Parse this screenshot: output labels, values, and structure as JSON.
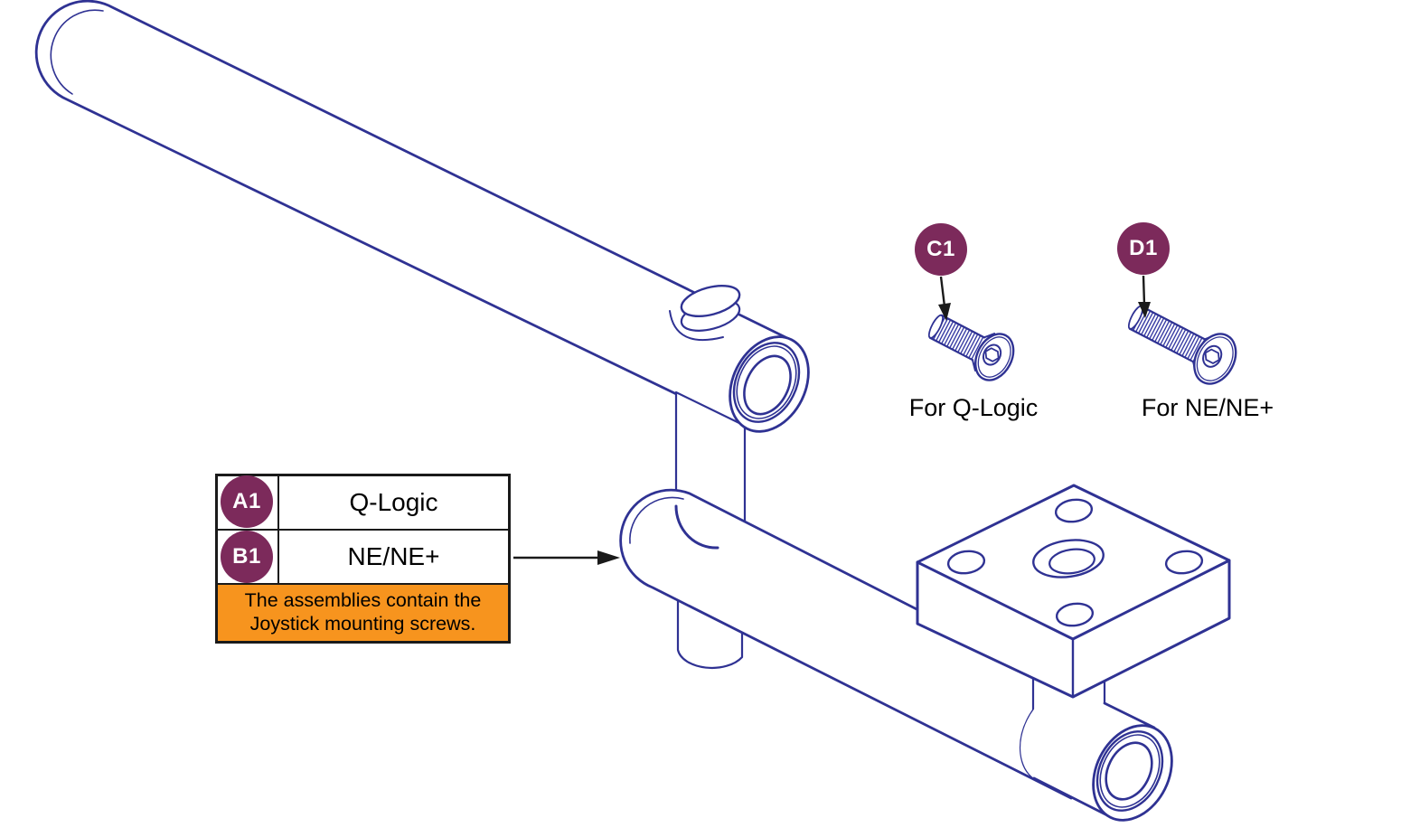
{
  "callout_table": {
    "rows": [
      {
        "badge": "A1",
        "label": "Q-Logic"
      },
      {
        "badge": "B1",
        "label": "NE/NE+"
      }
    ],
    "note": {
      "line1": "The assemblies contain the",
      "line2": "Joystick mounting screws."
    }
  },
  "screw_callouts": [
    {
      "badge": "C1",
      "caption": "For Q-Logic"
    },
    {
      "badge": "D1",
      "caption": "For NE/NE+"
    }
  ],
  "colors": {
    "line_art": "#2F3293",
    "thread_lines": "#3A3EA5",
    "badge_fill": "#7C2A5B",
    "badge_text": "#FFFFFF",
    "note_fill": "#F7941E",
    "annotation": "#1A1A1A"
  }
}
